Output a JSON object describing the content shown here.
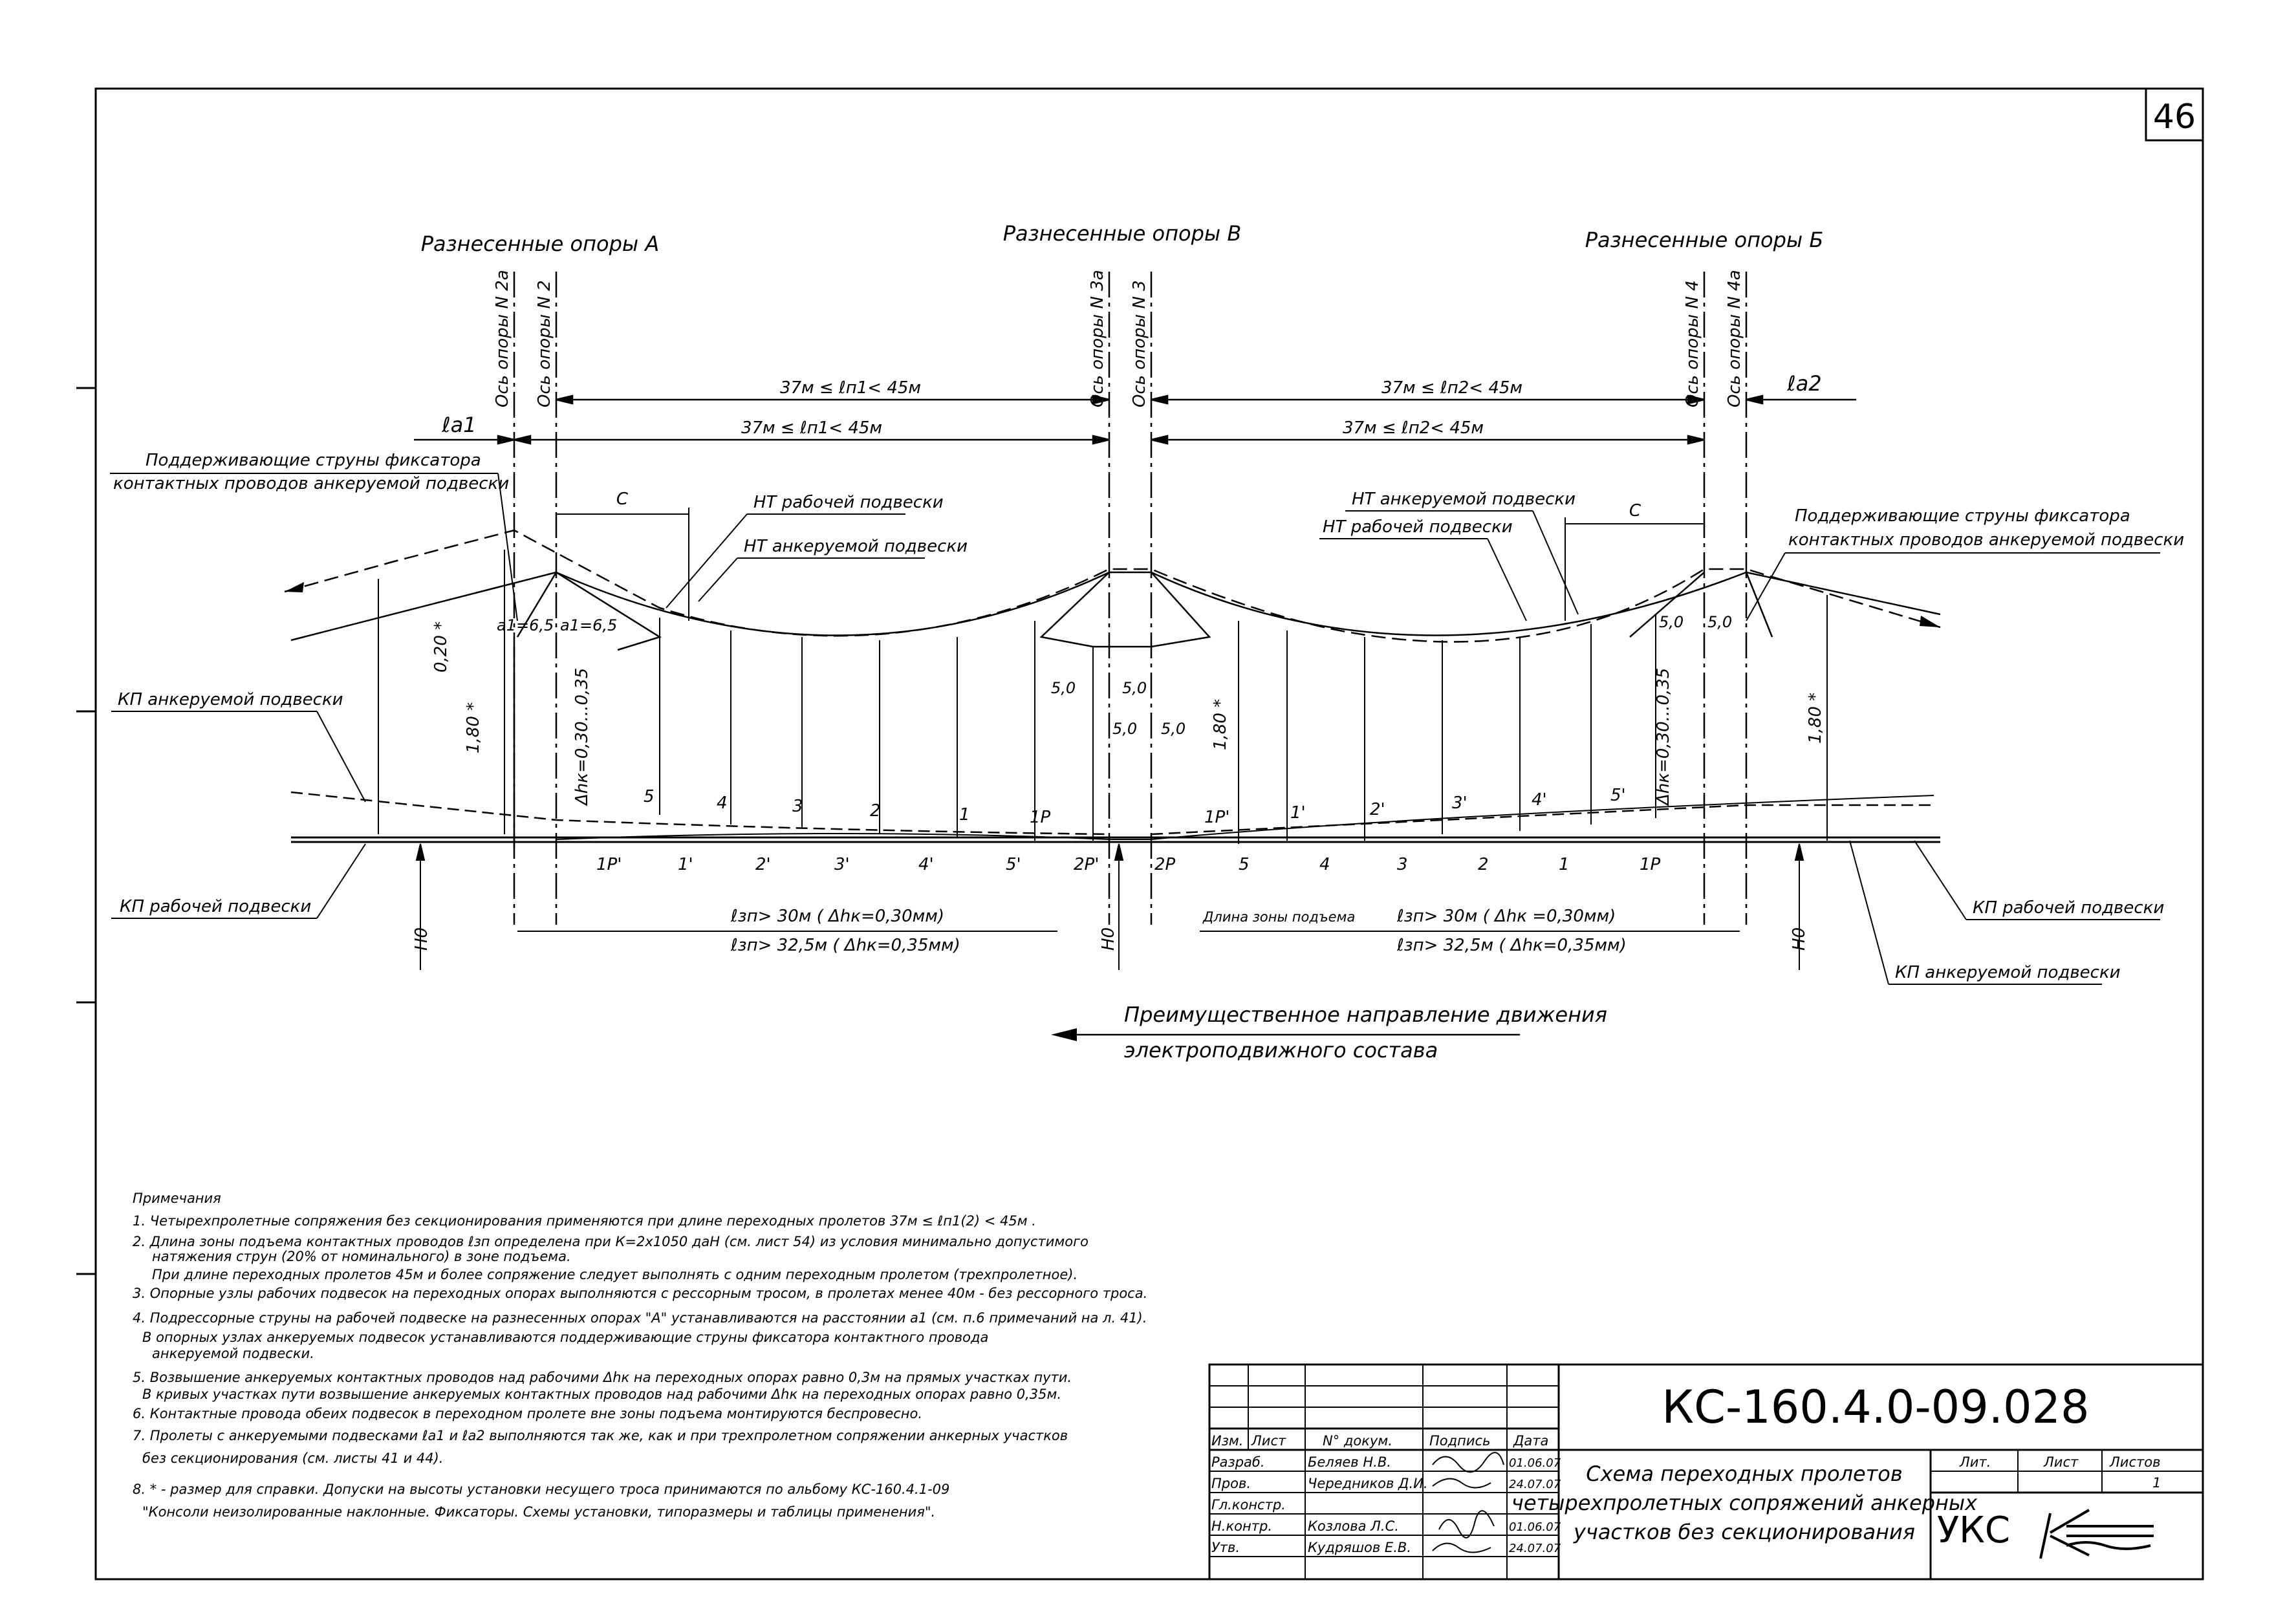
{
  "sheet_number": "46",
  "support_groups": [
    {
      "label": "Разнесенные опоры А",
      "axes": [
        "Ось опоры N 2а",
        "Ось опоры N 2"
      ]
    },
    {
      "label": "Разнесенные опоры В",
      "axes": [
        "Ось опоры N 3а",
        "Ось опоры N 3"
      ]
    },
    {
      "label": "Разнесенные опоры Б",
      "axes": [
        "Ось опоры N 4",
        "Ось опоры N 4а"
      ]
    }
  ],
  "span_dims": {
    "upper_left": "37м ≤ ℓп1< 45м",
    "upper_right": "37м ≤ ℓп2< 45м",
    "lower_left": "37м ≤ ℓп1< 45м",
    "lower_right": "37м ≤ ℓп2< 45м",
    "anchor_left": "ℓа1",
    "anchor_right": "ℓа2"
  },
  "callouts": {
    "support_strings_left_1": "Поддерживающие струны фиксатора",
    "support_strings_left_2": "контактных проводов анкеруемой подвески",
    "support_strings_right_1": "Поддерживающие струны фиксатора",
    "support_strings_right_2": "контактных проводов анкеруемой подвески",
    "nt_work_left": "НТ рабочей подвески",
    "nt_anchor_left": "НТ анкеруемой подвески",
    "nt_anchor_right": "НТ анкеруемой подвески",
    "nt_work_right": "НТ рабочей подвески",
    "kp_anchor_left": "КП анкеруемой подвески",
    "kp_work_left": "КП рабочей подвески",
    "kp_work_right": "КП рабочей подвески",
    "kp_anchor_right": "КП анкеруемой подвески"
  },
  "dims": {
    "c_left": "С",
    "c_right": "С",
    "a1_left": "а1=6,5",
    "a1_right": "а1=6,5",
    "d020": "0,20 *",
    "d180_left": "1,80 *",
    "d180_mid": "1,80 *",
    "d180_right": "1,80 *",
    "dhk_left": "Δhк=0,30...0,35",
    "dhk_right": "Δhк=0,30...0,35",
    "five_a": "5,0",
    "five_b": "5,0",
    "five_c": "5,0",
    "five_d": "5,0",
    "five_e": "5,0",
    "five_f": "5,0",
    "h0": "Н0"
  },
  "string_labels_upper_left": [
    "5",
    "4",
    "3",
    "2",
    "1",
    "1Р"
  ],
  "string_labels_lower_left": [
    "1Р'",
    "1'",
    "2'",
    "3'",
    "4'",
    "5'",
    "2Р'",
    "2Р"
  ],
  "string_labels_upper_right": [
    "1Р'",
    "1'",
    "2'",
    "3'",
    "4'",
    "5'"
  ],
  "string_labels_lower_right": [
    "5",
    "4",
    "3",
    "2",
    "1",
    "1Р"
  ],
  "lift_zone": {
    "left_1": "ℓзп> 30м ( Δhк=0,30мм)",
    "left_2": "ℓзп> 32,5м ( Δhк=0,35мм)",
    "right_prefix": "Длина зоны подъема",
    "right_1": "ℓзп> 30м ( Δhк =0,30мм)",
    "right_2": "ℓзп> 32,5м ( Δhк=0,35мм)"
  },
  "direction": {
    "line1": "Преимущественное направление движения",
    "line2": "электроподвижного состава"
  },
  "notes": {
    "title": "Примечания",
    "lines": [
      "1. Четырехпролетные сопряжения без секционирования применяются при длине переходных пролетов 37м ≤ ℓп1(2) < 45м .",
      "2. Длина зоны подъема контактных проводов ℓзп определена при К=2х1050 даН (см. лист 54) из условия минимально допустимого",
      "натяжения струн (20% от номинального) в зоне подъема.",
      "При длине переходных пролетов 45м и более сопряжение следует выполнять с одним переходным пролетом (трехпролетное).",
      "3. Опорные узлы рабочих подвесок на переходных опорах выполняются с рессорным тросом, в пролетах менее 40м - без рессорного троса.",
      "4. Подрессорные струны на рабочей подвеске на разнесенных опорах \"А\" устанавливаются на расстоянии а1 (см. п.6 примечаний на л. 41).",
      "В опорных узлах анкеруемых подвесок устанавливаются поддерживающие струны фиксатора контактного провода",
      "анкеруемой подвески.",
      "5. Возвышение анкеруемых контактных проводов над рабочими Δhк на переходных опорах равно 0,3м на прямых участках пути.",
      "В кривых участках пути возвышение анкеруемых контактных проводов над рабочими Δhк на переходных опорах равно 0,35м.",
      "6. Контактные провода обеих подвесок в переходном пролете вне зоны подъема монтируются беспровесно.",
      "7. Пролеты с анкеруемыми подвесками ℓа1 и ℓа2 выполняются так же, как и при трехпролетном сопряжении анкерных участков",
      "без секционирования (см. листы 41 и 44).",
      "8. * - размер для справки. Допуски на высоты установки несущего троса принимаются по альбому КС-160.4.1-09",
      "\"Консоли неизолированные наклонные. Фиксаторы. Схемы установки, типоразмеры и таблицы применения\"."
    ]
  },
  "title_block": {
    "doc_code": "КС-160.4.0-09.028",
    "header": [
      "Изм.",
      "Лист",
      "N° докум.",
      "Подпись",
      "Дата"
    ],
    "rows": [
      {
        "role": "Разраб.",
        "name": "Беляев Н.В.",
        "date": "01.06.07"
      },
      {
        "role": "Пров.",
        "name": "Чередников Д.И.",
        "date": "24.07.07"
      },
      {
        "role": "Гл.констр.",
        "name": "",
        "date": ""
      },
      {
        "role": "Н.контр.",
        "name": "Козлова Л.С.",
        "date": "01.06.07"
      },
      {
        "role": "Утв.",
        "name": "Кудряшов Е.В.",
        "date": "24.07.07"
      }
    ],
    "title_lines": [
      "Схема переходных пролетов",
      "четырехпролетных сопряжений анкерных",
      "участков без секционирования"
    ],
    "lit_label": "Лит.",
    "sheet_label": "Лист",
    "sheets_label": "Листов",
    "sheets_value": "1",
    "org": "УКС"
  }
}
